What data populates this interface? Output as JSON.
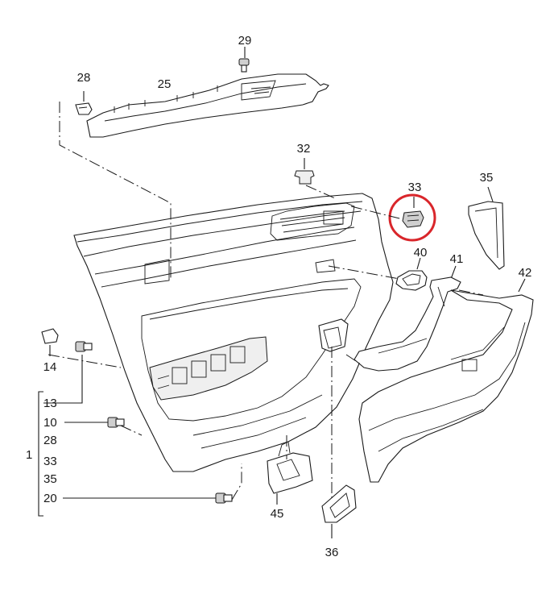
{
  "labels": {
    "p29": "29",
    "p28": "28",
    "p25": "25",
    "p32": "32",
    "p33": "33",
    "p35": "35",
    "p40": "40",
    "p41": "41",
    "p42": "42",
    "p14": "14",
    "p13": "13",
    "p10": "10",
    "p1": "1",
    "g28": "28",
    "g33": "33",
    "g35": "35",
    "p20": "20",
    "p45": "45",
    "p36": "36"
  },
  "highlight": {
    "part": "33",
    "color": "#d9262b"
  },
  "ink_color": "#1a1a1a"
}
